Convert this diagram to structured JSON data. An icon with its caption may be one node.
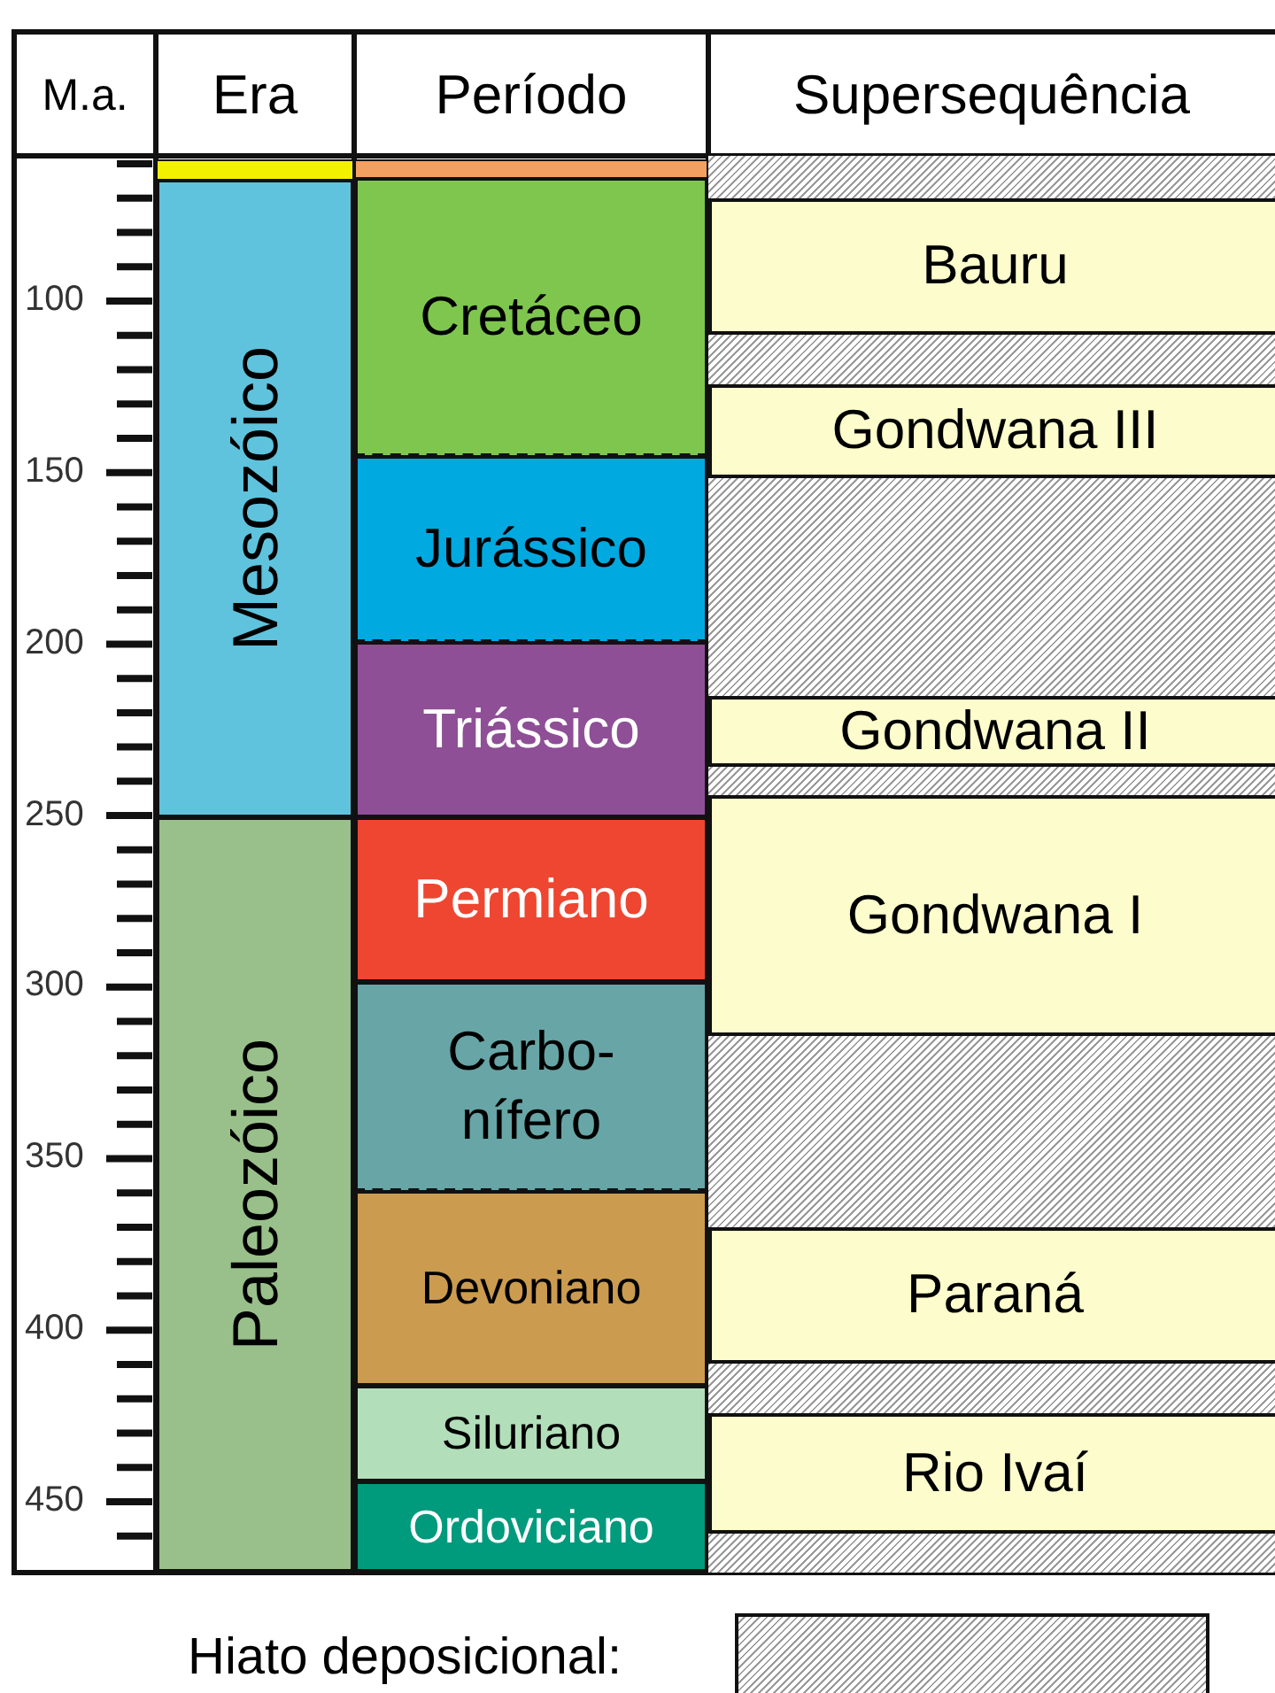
{
  "diagram": {
    "nodes": [
      {
        "text": [],
        "shape": "bar"
      },
      {
        "text": [],
        "shape": "bar"
      },
      {
        "text": [
          "Mesozóico"
        ]
      },
      {
        "text": [
          "Paleozóico"
        ]
      },
      {
        "text": [
          "Cretáceo"
        ]
      },
      {
        "text": [
          "Jurássico"
        ]
      },
      {
        "text": [
          "Triássico"
        ]
      },
      {
        "text": [
          "Permiano"
        ]
      },
      {
        "text": [
          "Carbo- nífero"
        ]
      },
      {
        "text": [
          "Devoniano"
        ]
      },
      {
        "text": [
          "Siluriano"
        ]
      },
      {
        "text": [
          "Ordoviciano"
        ]
      },
      {
        "text": [
          "Bauru"
        ]
      },
      {
        "text": [
          "Gondwana III"
        ]
      },
      {
        "text": [
          "Gondwana II"
        ]
      },
      {
        "text": [
          "Gondwana I"
        ]
      },
      {
        "text": [
          "Paraná"
        ]
      },
      {
        "text": [
          "Rio Ivaí"
        ]
      }
    ],
    "edges": [],
    "labels": [
      "M.a.",
      "Era",
      "Período",
      "Supersequência",
      "100",
      "150",
      "200",
      "250",
      "300",
      "350",
      "400",
      "450"
    ],
    "legend": [
      {
        "text": "Hiato deposicional:"
      }
    ]
  }
}
